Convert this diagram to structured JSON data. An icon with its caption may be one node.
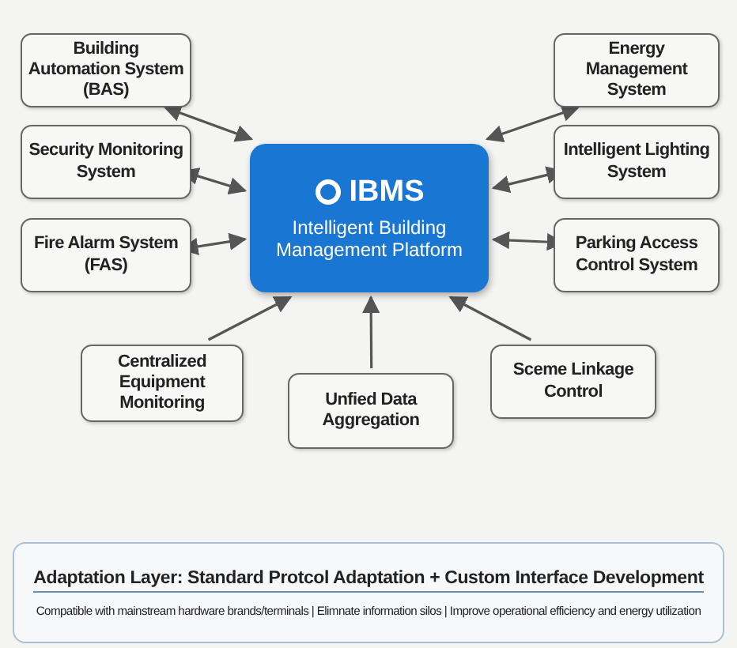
{
  "diagram": {
    "nodes": [
      {
        "text": [
          "Building Automation System (BAS)"
        ]
      },
      {
        "text": [
          "Energy Management System"
        ]
      },
      {
        "text": [
          "Security Monitoring System"
        ]
      },
      {
        "text": [
          "Intelligent Lighting System"
        ]
      },
      {
        "text": [
          "IBMS",
          "Intelligent Building Management Platform"
        ]
      },
      {
        "text": [
          "Fire Alarm System (FAS)"
        ]
      },
      {
        "text": [
          "Parking Access Control System"
        ]
      },
      {
        "text": [
          "Centralized Equipment Monitoring"
        ]
      },
      {
        "text": [
          "Unfied Data Aggregation"
        ]
      },
      {
        "text": [
          "Sceme Linkage Control"
        ]
      },
      {
        "text": [
          "Adaptation Layer:  Standard Protcol Adaptation + Custom Interface Development",
          "Compatible with mainstream hardware brands/terminals | Elimnate information silos | Improve operational efficiency and energy utilization"
        ]
      }
    ],
    "edges": [
      {
        "from": 0,
        "to": 4,
        "arrow": "both"
      },
      {
        "from": 1,
        "to": 4,
        "arrow": "both"
      },
      {
        "from": 2,
        "to": 4,
        "arrow": "both"
      },
      {
        "from": 3,
        "to": 4,
        "arrow": "both"
      },
      {
        "from": 5,
        "to": 4,
        "arrow": "both"
      },
      {
        "from": 6,
        "to": 4,
        "arrow": "both"
      },
      {
        "from": 7,
        "to": 4,
        "arrow": "to"
      },
      {
        "from": 8,
        "to": 4,
        "arrow": "to"
      },
      {
        "from": 9,
        "to": 4,
        "arrow": "to"
      }
    ]
  }
}
